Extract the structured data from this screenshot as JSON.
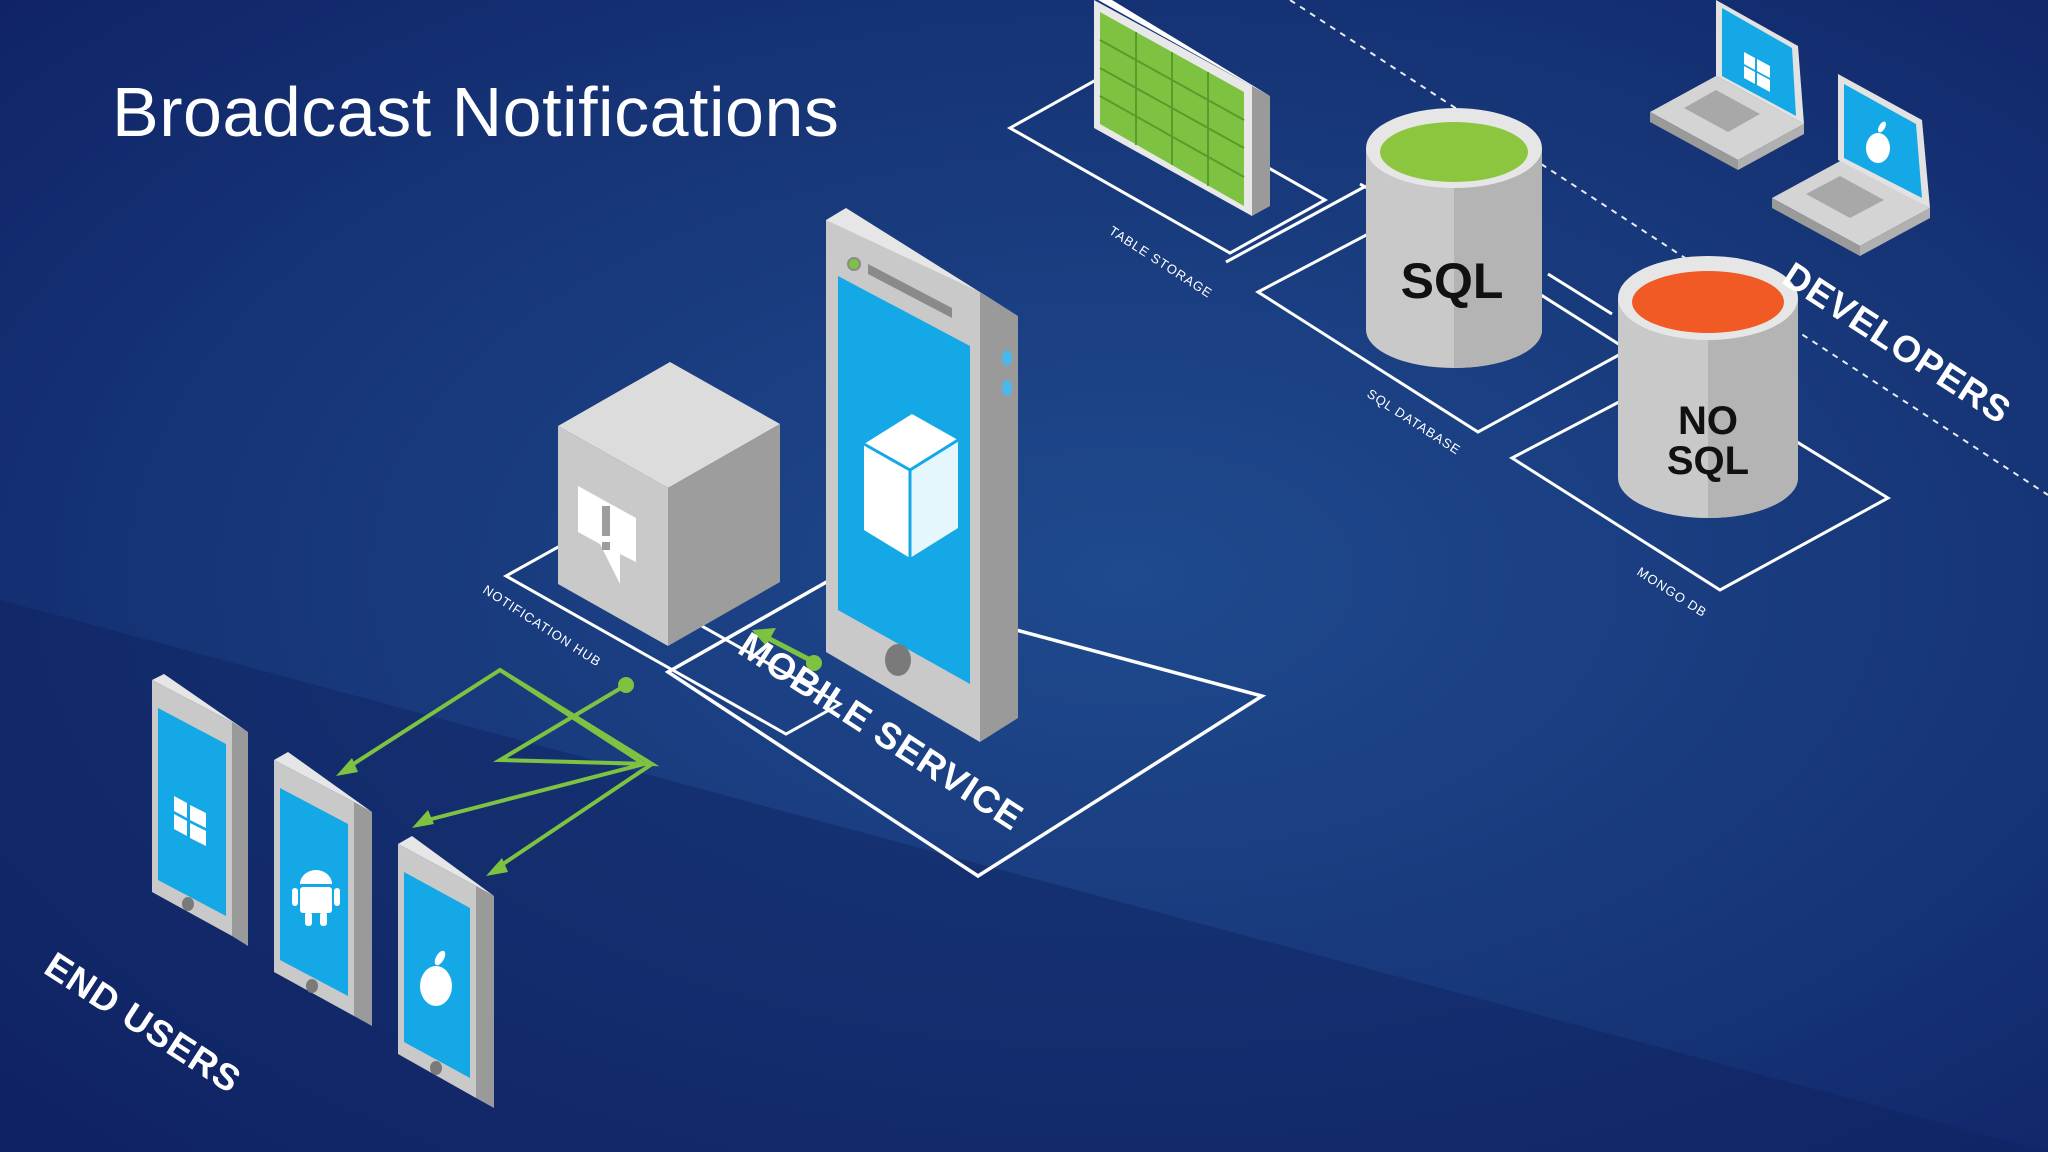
{
  "title": "Broadcast Notifications",
  "labels": {
    "table_storage": "TABLE STORAGE",
    "sql_database": "SQL DATABASE",
    "mongo_db": "MONGO DB",
    "notification_hub": "NOTIFICATION HUB",
    "mobile_service": "MOBILE SERVICE",
    "end_users": "END USERS",
    "developers": "DEVELOPERS"
  },
  "databases": {
    "sql": "SQL",
    "nosql_line1": "NO",
    "nosql_line2": "SQL"
  },
  "end_user_devices": [
    {
      "platform": "windows-icon"
    },
    {
      "platform": "android-icon"
    },
    {
      "platform": "apple-icon"
    }
  ],
  "developer_devices": [
    {
      "platform": "windows-icon"
    },
    {
      "platform": "apple-icon"
    }
  ],
  "colors": {
    "background": "#14296a",
    "screen": "#15a8e6",
    "arrow": "#7dc241",
    "table_green": "#7dc241",
    "sql_top": "#8cc63f",
    "nosql_top": "#f15a24",
    "device_body": "#c9c9c9"
  }
}
